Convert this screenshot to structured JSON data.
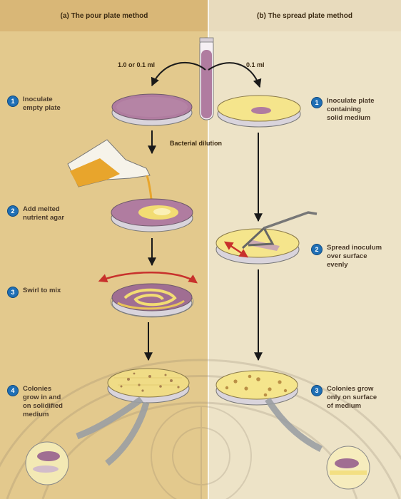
{
  "panel_a": {
    "title": "(a) The pour plate method",
    "volume_label": "1.0 or 0.1 ml",
    "steps": [
      {
        "number": "1",
        "text": "Inoculate\nempty plate"
      },
      {
        "number": "2",
        "text": "Add melted\nnutrient agar"
      },
      {
        "number": "3",
        "text": "Swirl to mix"
      },
      {
        "number": "4",
        "text": "Colonies\ngrow in and\non solidified\nmedium"
      }
    ]
  },
  "panel_b": {
    "title": "(b) The spread plate method",
    "volume_label": "0.1 ml",
    "steps": [
      {
        "number": "1",
        "text": "Inoculate plate\ncontaining\nsolid medium"
      },
      {
        "number": "2",
        "text": "Spread inoculum\nover surface\nevenly"
      },
      {
        "number": "3",
        "text": "Colonies grow\nonly on surface\nof medium"
      }
    ]
  },
  "center_label": "Bacterial dilution",
  "colors": {
    "panel_a_bg": "#e3c98d",
    "panel_b_bg": "#ede3c7",
    "header_a": "#d9b777",
    "header_b": "#e8dbbd",
    "inoculum_purple": "#b07ca0",
    "agar_yellow": "#f2dc73",
    "step_badge_blue": "#1f6fb5",
    "arrow_red": "#c8312c",
    "arrow_gray": "#9a9ea3"
  }
}
